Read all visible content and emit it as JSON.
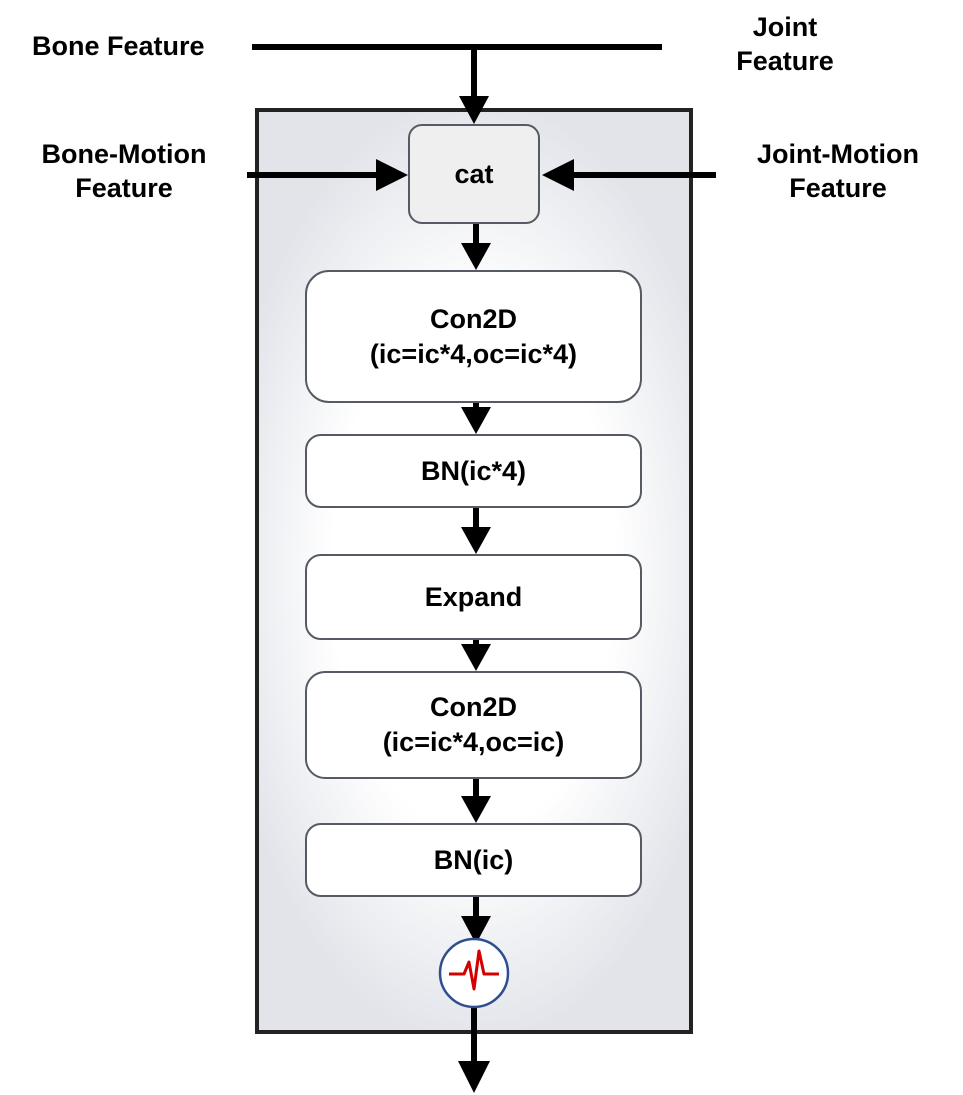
{
  "inputs": {
    "bone": "Bone Feature",
    "joint_line1": "Joint",
    "joint_line2": "Feature",
    "bone_motion_line1": "Bone-Motion",
    "bone_motion_line2": "Feature",
    "joint_motion_line1": "Joint-Motion",
    "joint_motion_line2": "Feature"
  },
  "nodes": {
    "cat": "cat",
    "conv1": "Con2D\n(ic=ic*4,oc=ic*4)",
    "bn1": "BN(ic*4)",
    "expand": "Expand",
    "conv2": "Con2D\n(ic=ic*4,oc=ic)",
    "bn2": "BN(ic)"
  },
  "activation_icon": "activation-waveform-icon",
  "colors": {
    "frame_border": "#222222",
    "node_border": "#555a63",
    "cat_fill": "#efefef",
    "activation_ring": "#2e4e8f",
    "activation_wave": "#d40000"
  }
}
